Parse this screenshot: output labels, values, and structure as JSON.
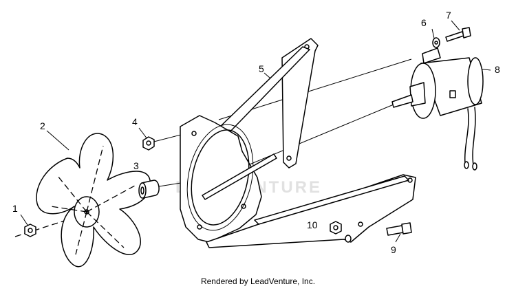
{
  "diagram": {
    "callouts": [
      {
        "id": "1",
        "part": "nut"
      },
      {
        "id": "2",
        "part": "fan"
      },
      {
        "id": "3",
        "part": "spacer"
      },
      {
        "id": "4",
        "part": "nut"
      },
      {
        "id": "5",
        "part": "shroud-bracket"
      },
      {
        "id": "6",
        "part": "washer"
      },
      {
        "id": "7",
        "part": "screw"
      },
      {
        "id": "8",
        "part": "motor"
      },
      {
        "id": "9",
        "part": "bolt"
      },
      {
        "id": "10",
        "part": "nut"
      }
    ],
    "watermark": "LEADVENTURE",
    "footer": "Rendered by LeadVenture, Inc."
  }
}
